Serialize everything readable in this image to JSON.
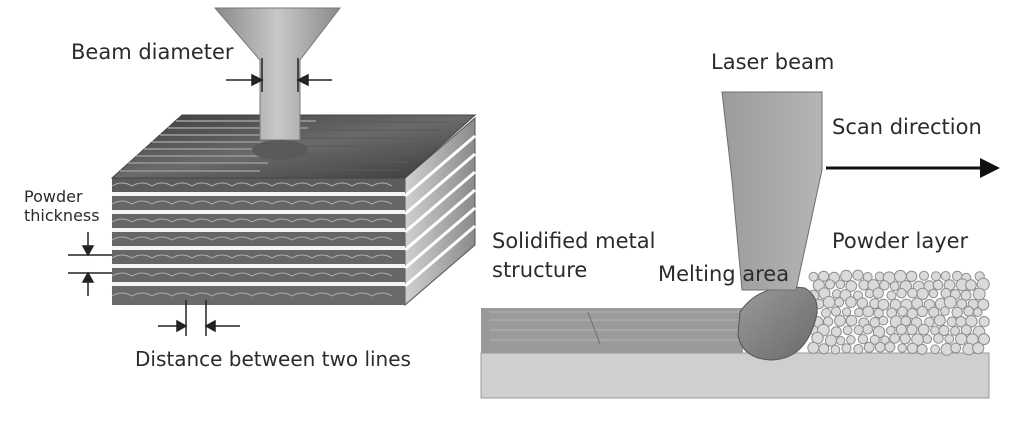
{
  "left_panel": {
    "beam_diameter_label": "Beam diameter",
    "powder_thickness_label_line1": "Powder",
    "powder_thickness_label_line2": "thickness",
    "hatch_distance_label": "Distance between two lines"
  },
  "right_panel": {
    "laser_beam_label": "Laser beam",
    "scan_direction_label": "Scan direction",
    "solidified_label_line1": "Solidified metal",
    "solidified_label_line2": "structure",
    "melting_area_label": "Melting area",
    "powder_layer_label": "Powder layer"
  },
  "colors": {
    "text": "#2b2b2b",
    "beam_fill": "#a9a9a9",
    "substrate": "#cfcfcf",
    "solidified": "#9a9a9a",
    "powder_particle": "#dadada",
    "dark_layer": "#4a4a4a"
  }
}
